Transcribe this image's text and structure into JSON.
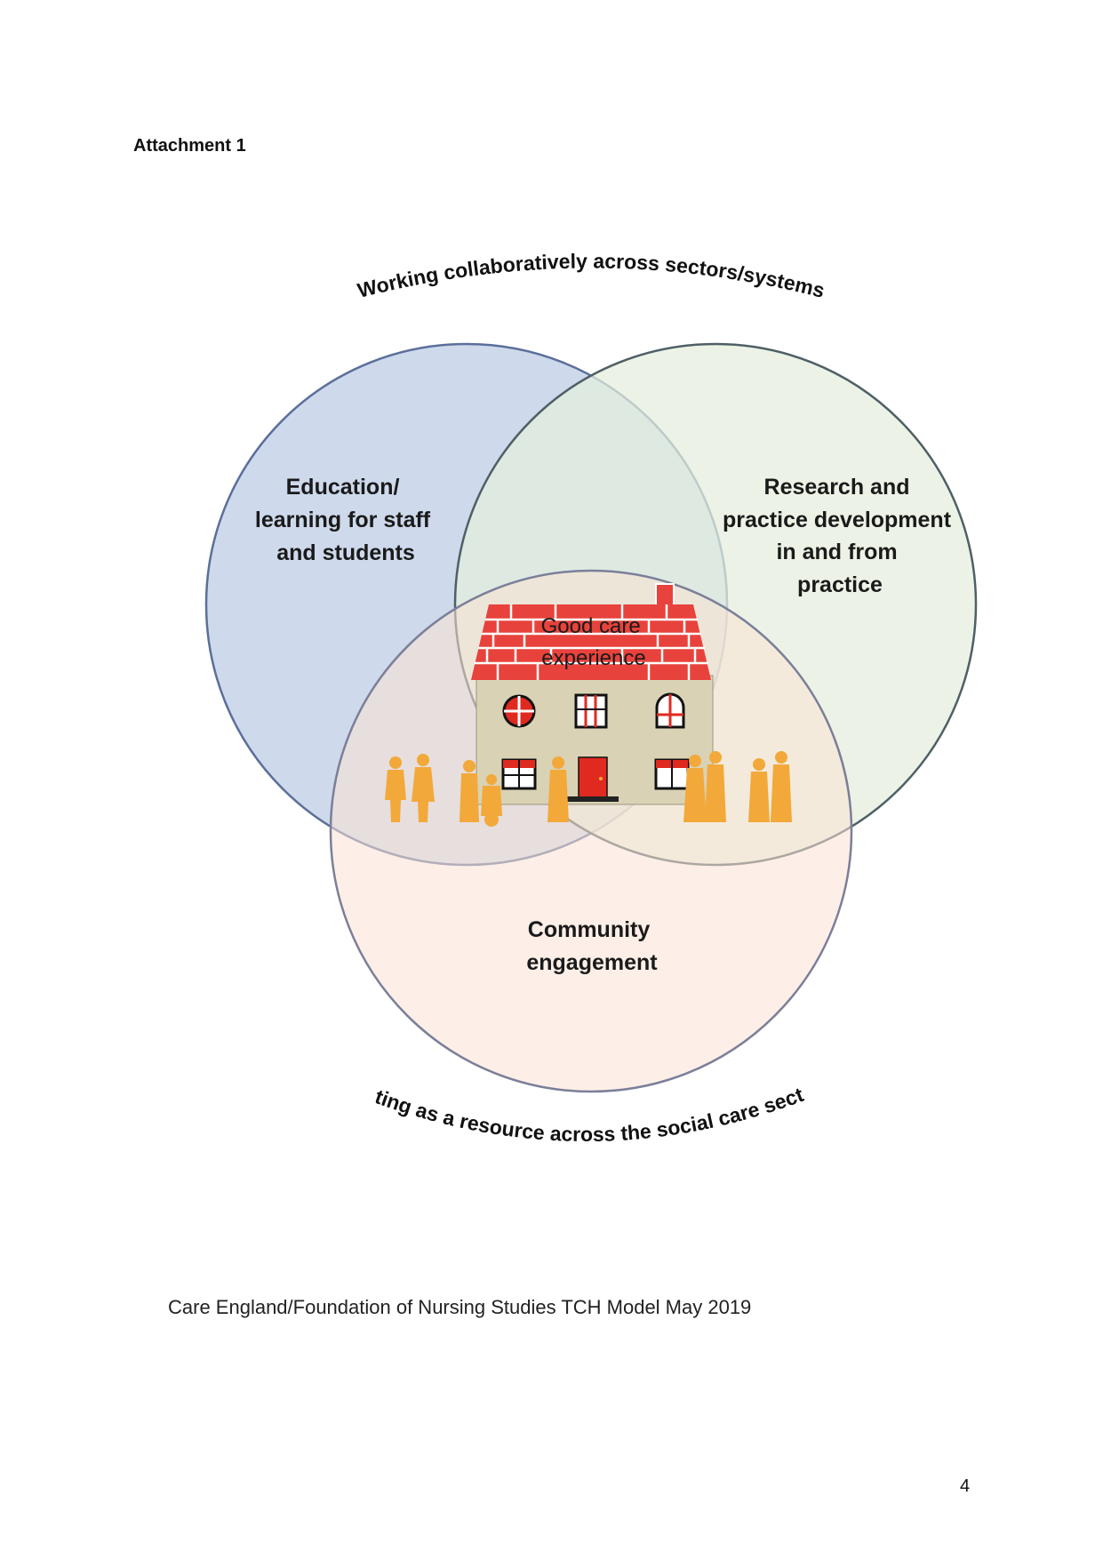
{
  "heading": "Attachment 1",
  "diagram": {
    "top_arc_text": "Working collaboratively across sectors/systems",
    "bottom_arc_text": "Acting as a resource across the social care sector",
    "circles": [
      {
        "id": "education",
        "lines": [
          "Education/",
          "learning for staff",
          "and students"
        ],
        "fill": "#c9d5ea",
        "stroke": "#5b6f9a"
      },
      {
        "id": "research",
        "lines": [
          "Research and",
          "practice development",
          "in and from",
          "practice"
        ],
        "fill": "#e4efdc",
        "stroke": "#4f5f66"
      },
      {
        "id": "community",
        "lines": [
          "Community",
          "engagement"
        ],
        "fill": "#fbe2d4",
        "stroke": "#7b7f99"
      }
    ],
    "center_label": [
      "Good care",
      "experience"
    ],
    "icons": [
      "house-icon",
      "people-icon"
    ],
    "colors": {
      "roof": "#e8423c",
      "house_wall": "#d9d2b4",
      "door": "#e02a20",
      "people": "#f2a93a"
    }
  },
  "caption": "Care England/Foundation of Nursing Studies TCH Model May 2019",
  "page_number": "4"
}
